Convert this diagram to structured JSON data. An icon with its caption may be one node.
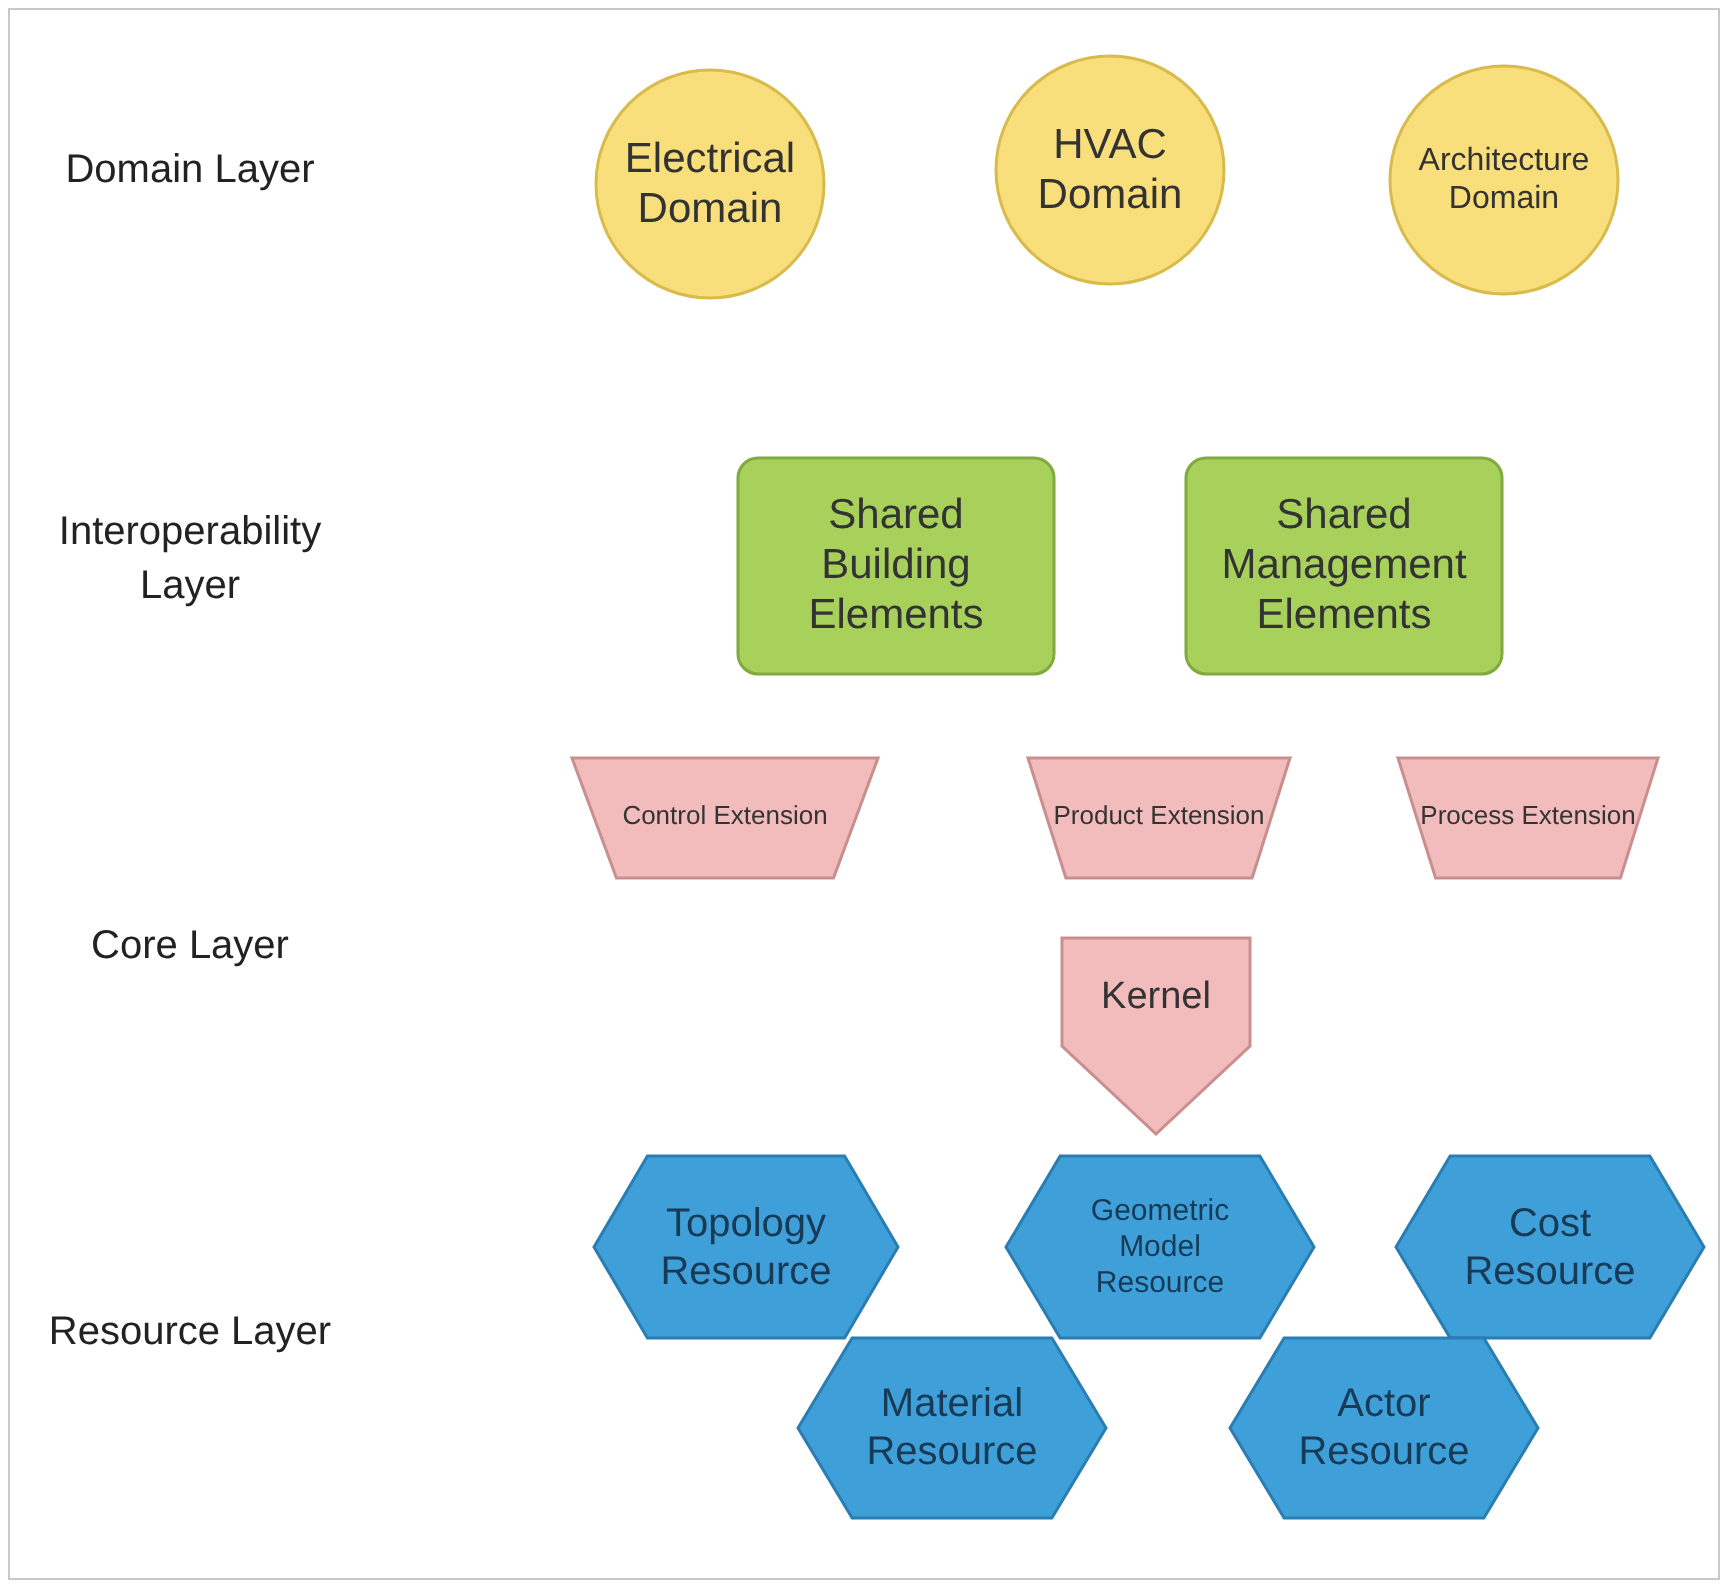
{
  "diagram": {
    "nodes": [
      {
        "text": [
          "Electrical Domain"
        ]
      },
      {
        "text": [
          "HVAC Domain"
        ]
      },
      {
        "text": [
          "Architecture Domain"
        ]
      },
      {
        "text": [
          "Shared Building Elements"
        ]
      },
      {
        "text": [
          "Shared Management Elements"
        ]
      },
      {
        "text": [
          "Control Extension"
        ]
      },
      {
        "text": [
          "Product Extension"
        ]
      },
      {
        "text": [
          "Process Extension"
        ]
      },
      {
        "text": [
          "Kernel"
        ]
      },
      {
        "text": [
          "Topology Resource"
        ]
      },
      {
        "text": [
          "Geometric Model Resource"
        ]
      },
      {
        "text": [
          "Cost Resource"
        ]
      },
      {
        "text": [
          "Material Resource"
        ]
      },
      {
        "text": [
          "Actor Resource"
        ]
      }
    ],
    "labels": [
      "Domain Layer",
      "Interoperability Layer",
      "Core Layer",
      "Resource Layer"
    ]
  }
}
